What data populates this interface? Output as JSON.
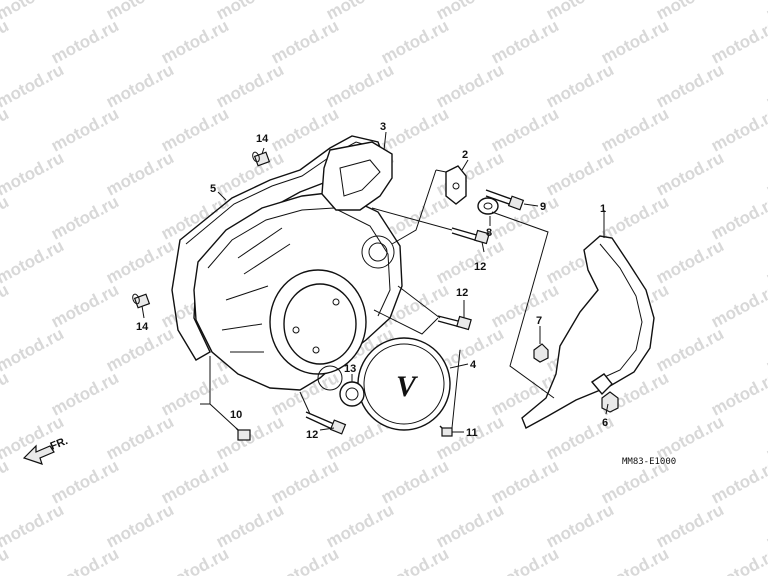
{
  "watermark": "motod.ru",
  "figure_code": "MM83-E1000",
  "direction_label": "FR.",
  "emblem_text": "V",
  "labels": {
    "p1": "1",
    "p2": "2",
    "p3": "3",
    "p4": "4",
    "p5": "5",
    "p6": "6",
    "p7": "7",
    "p8": "8",
    "p9": "9",
    "p10": "10",
    "p11": "11",
    "p12a": "12",
    "p12b": "12",
    "p12c": "12",
    "p13": "13",
    "p14a": "14",
    "p14b": "14"
  }
}
